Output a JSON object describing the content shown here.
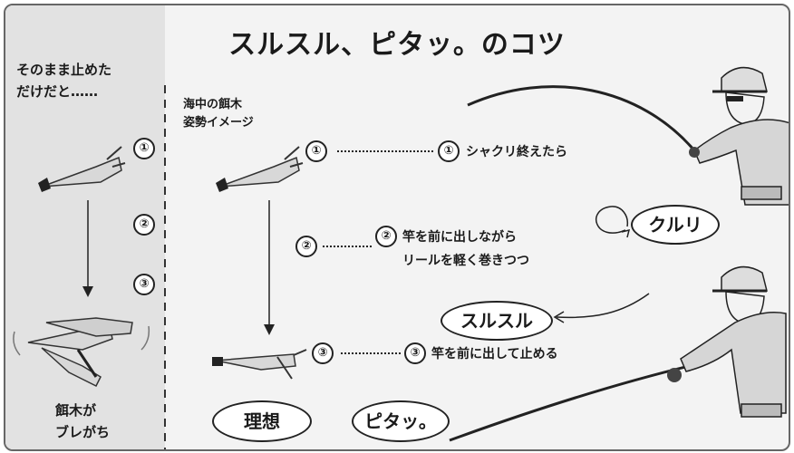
{
  "title": "スルスル、ピタッ。のコツ",
  "left_panel": {
    "caption_lines": [
      "そのまま止めた",
      "だけだと……"
    ],
    "steps": [
      "①",
      "②",
      "③"
    ],
    "result_lines": [
      "餌木が",
      "ブレがち"
    ]
  },
  "main_panel": {
    "caption_lines": [
      "海中の餌木",
      "姿勢イメージ"
    ],
    "steps": [
      {
        "num": "①",
        "lines": [
          "シャクリ終えたら"
        ]
      },
      {
        "num": "②",
        "lines": [
          "竿を前に出しながら",
          "リールを軽く巻きつつ"
        ]
      },
      {
        "num": "③",
        "lines": [
          "竿を前に出して止める"
        ]
      }
    ],
    "bubbles": {
      "kururi": "クルリ",
      "surusuru": "スルスル",
      "ideal": "理想",
      "pita": "ピタッ。"
    }
  }
}
